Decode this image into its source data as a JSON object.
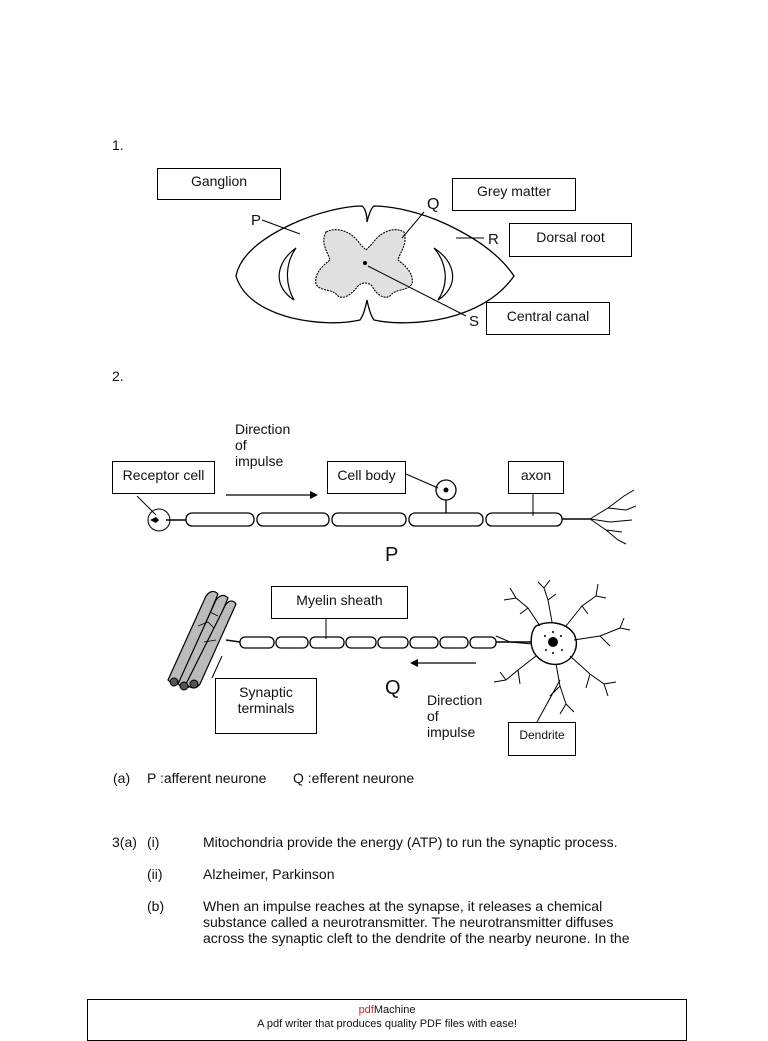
{
  "q1": {
    "number": "1.",
    "labels": {
      "ganglion": "Ganglion",
      "grey_matter": "Grey matter",
      "dorsal_root": "Dorsal root",
      "central_canal": "Central canal"
    },
    "letters": {
      "p": "P",
      "q": "Q",
      "r": "R",
      "s": "S"
    }
  },
  "q2": {
    "number": "2.",
    "direction_top": [
      "Direction",
      "of",
      "impulse"
    ],
    "labels": {
      "receptor_cell": "Receptor cell",
      "cell_body": "Cell body",
      "axon": "axon",
      "myelin_sheath": "Myelin sheath",
      "synaptic_terminals": [
        "Synaptic",
        "terminals"
      ],
      "dendrite": "Dendrite"
    },
    "neurone_p": "P",
    "neurone_q": "Q",
    "direction_bottom": [
      "Direction",
      "of",
      "impulse"
    ],
    "answer": {
      "part": "(a)",
      "p_text": "P  :afferent neurone",
      "q_text": "Q :efferent neurone"
    }
  },
  "q3": {
    "number": "3(a)",
    "i_label": "(i)",
    "i_text": "Mitochondria provide the energy (ATP) to run the synaptic process.",
    "ii_label": "(ii)",
    "ii_text": "Alzheimer, Parkinson",
    "b_label": "(b)",
    "b_lines": [
      "When an impulse reaches at the synapse, it releases a chemical",
      "substance called a neurotransmitter.  The neurotransmitter diffuses",
      "across the synaptic cleft to the dendrite of the nearby neurone.  In the"
    ]
  },
  "footer": {
    "brand_pdf": "pdf",
    "brand_machine": "Machine",
    "tagline": "A pdf writer that produces quality PDF files with ease!"
  }
}
